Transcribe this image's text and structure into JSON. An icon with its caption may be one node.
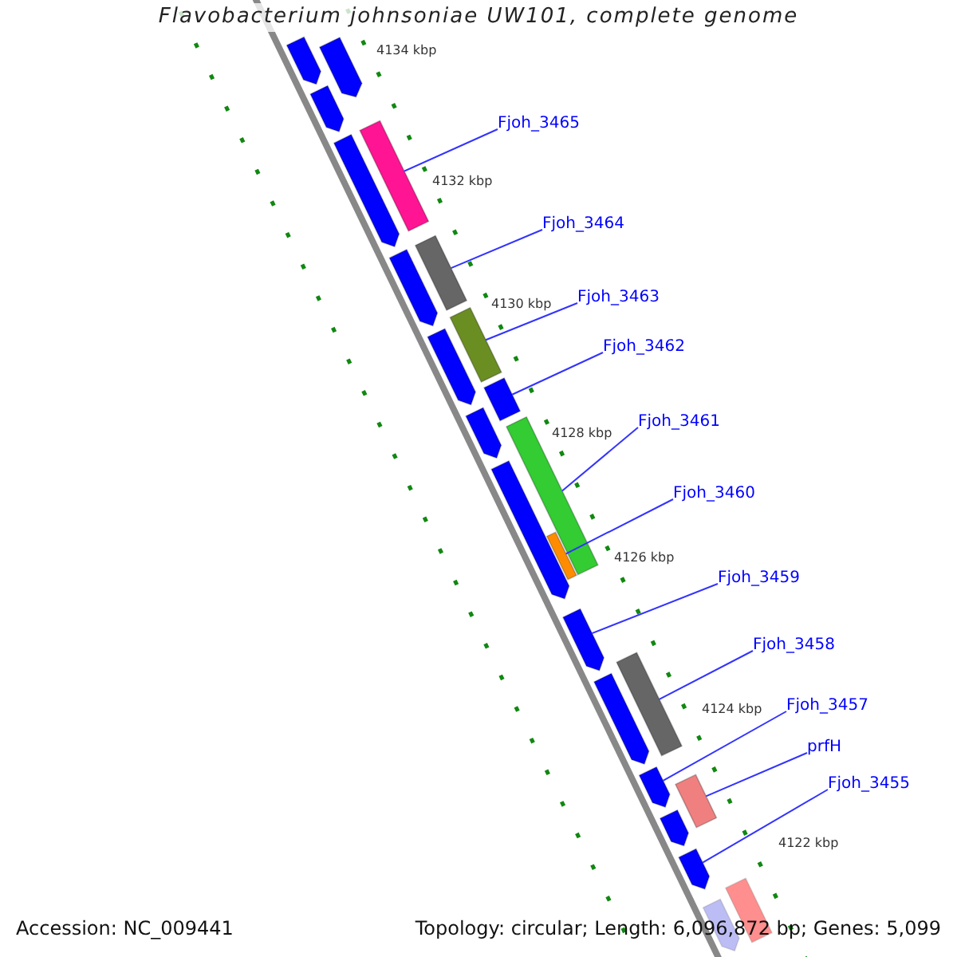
{
  "diagram": {
    "title": "Flavobacterium johnsoniae UW101, complete genome",
    "nodes": [
      {
        "text": [
          "Fjoh_3465"
        ]
      },
      {
        "text": [
          "Fjoh_3464"
        ]
      },
      {
        "text": [
          "Fjoh_3463"
        ]
      },
      {
        "text": [
          "Fjoh_3462"
        ]
      },
      {
        "text": [
          "Fjoh_3461"
        ]
      },
      {
        "text": [
          "Fjoh_3460"
        ]
      },
      {
        "text": [
          "Fjoh_3459"
        ]
      },
      {
        "text": [
          "Fjoh_3458"
        ]
      },
      {
        "text": [
          "Fjoh_3457"
        ]
      },
      {
        "text": [
          "prfH"
        ]
      },
      {
        "text": [
          "Fjoh_3455"
        ]
      },
      {
        "text": [],
        "shape": "arrow"
      },
      {
        "text": [],
        "shape": "arrow"
      },
      {
        "text": [],
        "shape": "arrow"
      },
      {
        "text": [],
        "shape": "bar"
      },
      {
        "text": [],
        "shape": "arrow"
      },
      {
        "text": [],
        "shape": "bar"
      },
      {
        "text": [],
        "shape": "arrow"
      },
      {
        "text": [],
        "shape": "bar"
      },
      {
        "text": [],
        "shape": "arrow"
      },
      {
        "text": [],
        "shape": "bar"
      },
      {
        "text": [],
        "shape": "arrow"
      },
      {
        "text": [],
        "shape": "bar"
      },
      {
        "text": [],
        "shape": "arrow"
      },
      {
        "text": [],
        "shape": "bar"
      },
      {
        "text": [],
        "shape": "arrow"
      },
      {
        "text": [],
        "shape": "bar"
      },
      {
        "text": [],
        "shape": "arrow"
      },
      {
        "text": [],
        "shape": "arrow"
      },
      {
        "text": [],
        "shape": "bar"
      },
      {
        "text": [],
        "shape": "arrow"
      },
      {
        "text": [],
        "shape": "arrow"
      },
      {
        "text": [],
        "shape": "bar"
      },
      {
        "text": [],
        "shape": "arrow"
      }
    ],
    "edges": [
      {
        "from": 0,
        "to": 14,
        "arrow": "none"
      },
      {
        "from": 1,
        "to": 16,
        "arrow": "none"
      },
      {
        "from": 2,
        "to": 18,
        "arrow": "none"
      },
      {
        "from": 3,
        "to": 20,
        "arrow": "none"
      },
      {
        "from": 4,
        "to": 22,
        "arrow": "none"
      },
      {
        "from": 5,
        "to": 24,
        "arrow": "none"
      },
      {
        "from": 6,
        "to": 25,
        "arrow": "none"
      },
      {
        "from": 7,
        "to": 26,
        "arrow": "none"
      },
      {
        "from": 8,
        "to": 28,
        "arrow": "none"
      },
      {
        "from": 9,
        "to": 29,
        "arrow": "none"
      },
      {
        "from": 10,
        "to": 31,
        "arrow": "none"
      }
    ],
    "labels": [
      "4134 kbp",
      "4132 kbp",
      "4130 kbp",
      "4128 kbp",
      "4126 kbp",
      "4124 kbp",
      "4122 kbp",
      "Accession: NC_009441",
      "Topology: circular; Length: 6,096,872 bp; Genes: 5,099"
    ]
  }
}
